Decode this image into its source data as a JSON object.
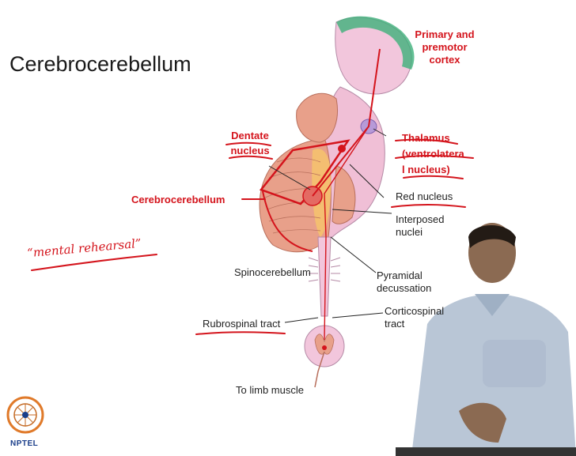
{
  "slide": {
    "title": "Cerebrocerebellum"
  },
  "labels": {
    "primary_cortex": "Primary and\npremotor\ncortex",
    "thalamus": "Thalamus\n(ventrolatera\nl nucleus)",
    "dentate": "Dentate\nnucleus",
    "cerebrocerebellum": "Cerebrocerebellum",
    "red_nucleus": "Red nucleus",
    "interposed": "Interposed\nnuclei",
    "spinocerebellum": "Spinocerebellum",
    "pyramidal": "Pyramidal\ndecussation",
    "corticospinal": "Corticospinal\ntract",
    "rubrospinal": "Rubrospinal tract",
    "limb": "To limb muscle"
  },
  "annotations": {
    "handwritten": "“mental rehearsal”"
  },
  "logo": {
    "text": "NPTEL"
  },
  "colors": {
    "annotation_red": "#d4141c",
    "cortex_green": "#2fa86a",
    "brain_pink": "#f0bfd6",
    "cerebellum_salmon": "#e8a08a"
  }
}
